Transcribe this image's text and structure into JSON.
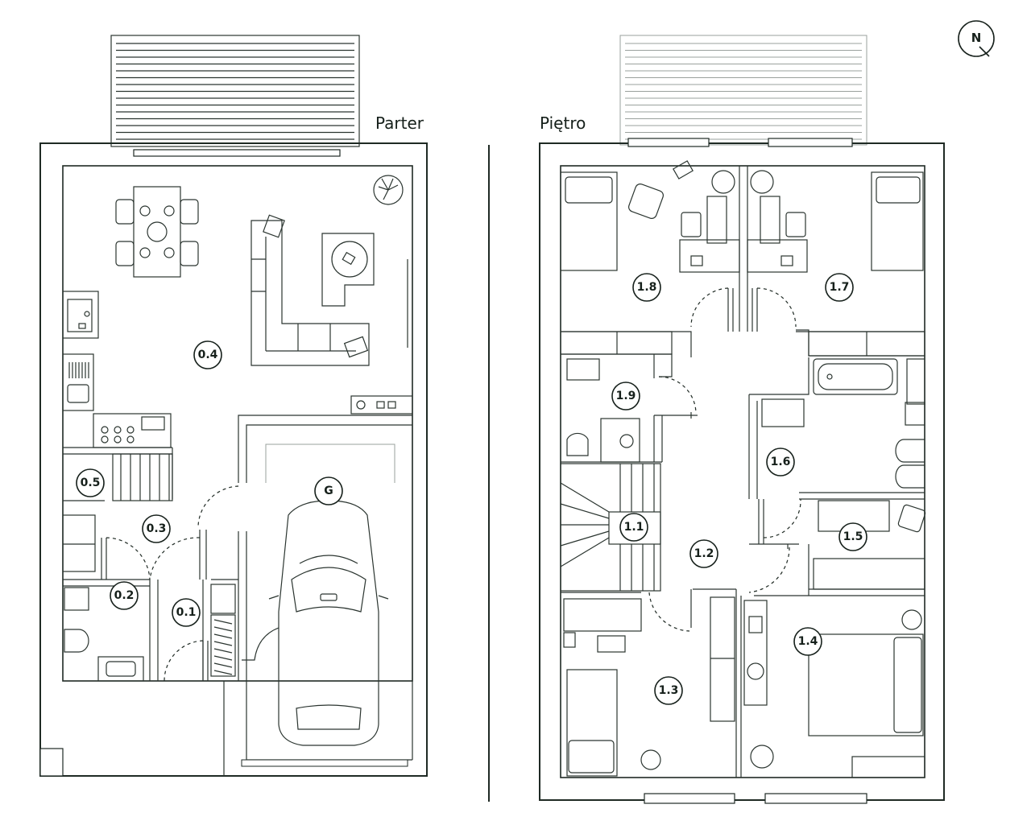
{
  "floors": {
    "ground": {
      "title": "Parter",
      "rooms": [
        "0.1",
        "0.2",
        "0.3",
        "0.4",
        "0.5",
        "G"
      ]
    },
    "upper": {
      "title": "Piętro",
      "rooms": [
        "1.1",
        "1.2",
        "1.3",
        "1.4",
        "1.5",
        "1.6",
        "1.7",
        "1.8",
        "1.9"
      ]
    }
  },
  "compass": {
    "label": "N"
  },
  "colors": {
    "line": "#1f2a24",
    "background": "#ffffff"
  }
}
